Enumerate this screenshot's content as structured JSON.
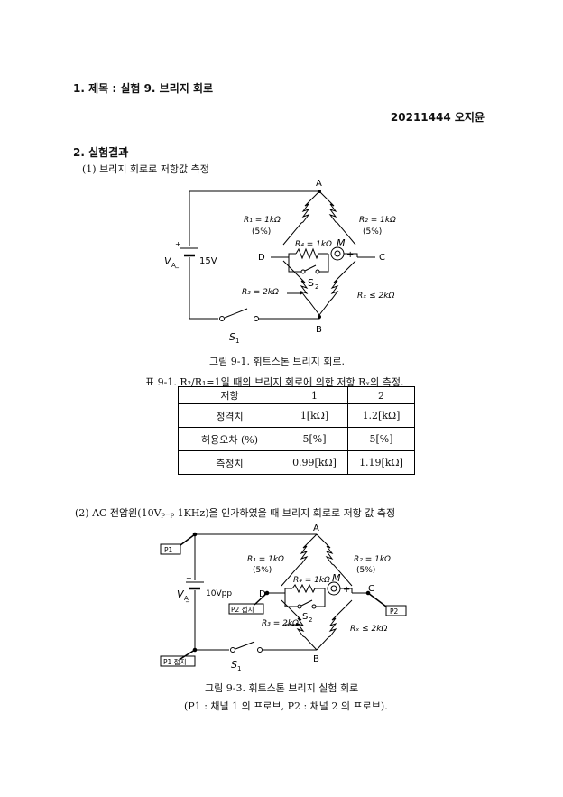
{
  "title": "1.  제목 : 실험 9. 브리지 회로",
  "author": "20211444 오지윤",
  "section2": "2.  실험결과",
  "sub1": "(1) 브리지 회로로 저항값 측정",
  "fig1": {
    "labels": {
      "A": "A",
      "B": "B",
      "C": "C",
      "D": "D",
      "r1": "R₁ = 1kΩ",
      "r1tol": "(5%)",
      "r2": "R₂ = 1kΩ",
      "r2tol": "(5%)",
      "r4": "R₄ = 1kΩ",
      "m": "M",
      "r3": "R₃ = 2kΩ",
      "rx": "Rₓ ≤ 2kΩ",
      "va": "V",
      "va_sub": "A",
      "volt": "15V",
      "s1": "S",
      "s1_sub": "1",
      "s2": "S",
      "s2_sub": "2",
      "plus": "+",
      "minus": "_"
    },
    "caption": "그림 9-1. 휘트스톤 브리지 회로."
  },
  "table": {
    "caption": "표 9-1. R₂/R₁=1일 때의 브리지 회로에 의한 저항 Rₓ의 측정.",
    "header": [
      "저항",
      "1",
      "2"
    ],
    "rows": [
      [
        "정격치",
        "1[kΩ]",
        "1.2[kΩ]"
      ],
      [
        "허용오차 (%)",
        "5[%]",
        "5[%]"
      ],
      [
        "측정치",
        "0.99[kΩ]",
        "1.19[kΩ]"
      ]
    ]
  },
  "sub2": "(2) AC 전압원(10Vₚ₋ₚ 1KHz)을 인가하였을 때 브리지 회로로 저항 값 측정",
  "fig2": {
    "labels": {
      "p1": "P1",
      "p1gnd": "P1 접지",
      "p2": "P2",
      "p2gnd": "P2 접지",
      "volt": "10Vpp"
    },
    "caption1": "그림 9-3. 휘트스톤 브리지 실험 회로",
    "caption2": "(P1 : 채널 1 의 프로브, P2 : 채널 2 의 프로브)."
  }
}
